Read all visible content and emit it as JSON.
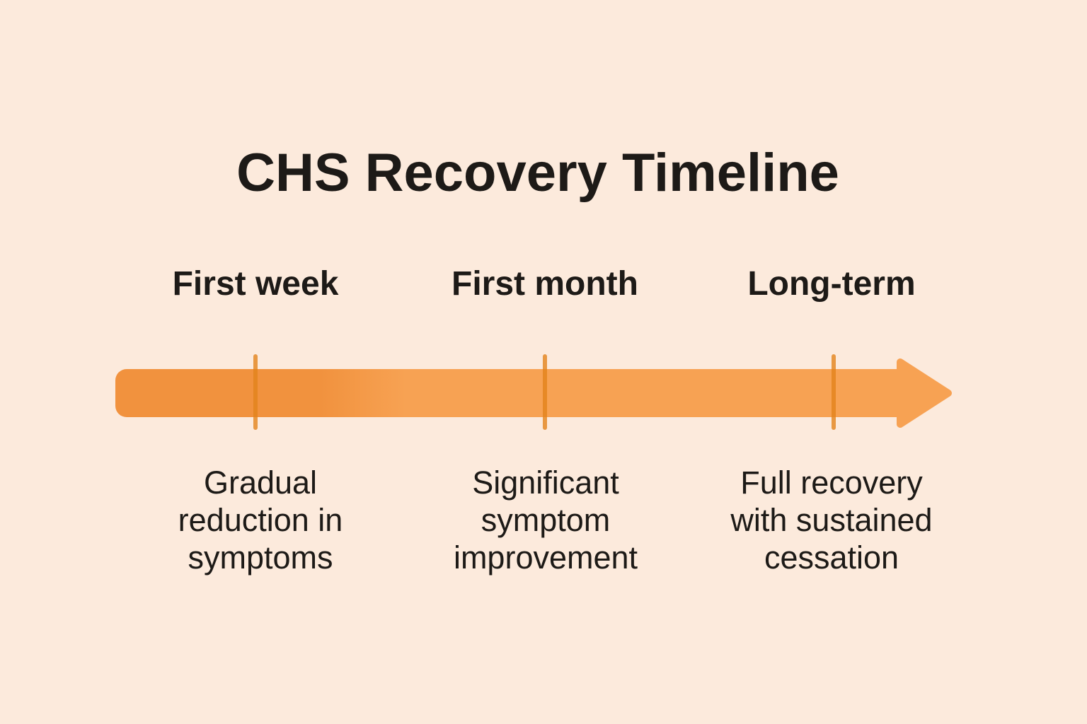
{
  "title": "CHS Recovery Timeline",
  "colors": {
    "background": "#fceadc",
    "text": "#1d1a17",
    "bar-dark": "#f1923e",
    "bar-light": "#f7a253",
    "tick": "rgba(226,131,28,0.8)"
  },
  "timeline": {
    "phases": [
      {
        "label": "First week",
        "description_lines": [
          "Gradual",
          "reduction in",
          "symptoms"
        ]
      },
      {
        "label": "First month",
        "description_lines": [
          "Significant",
          "symptom",
          "improvement"
        ]
      },
      {
        "label": "Long-term",
        "description_lines": [
          "Full recovery",
          "with sustained",
          "cessation"
        ]
      }
    ]
  }
}
